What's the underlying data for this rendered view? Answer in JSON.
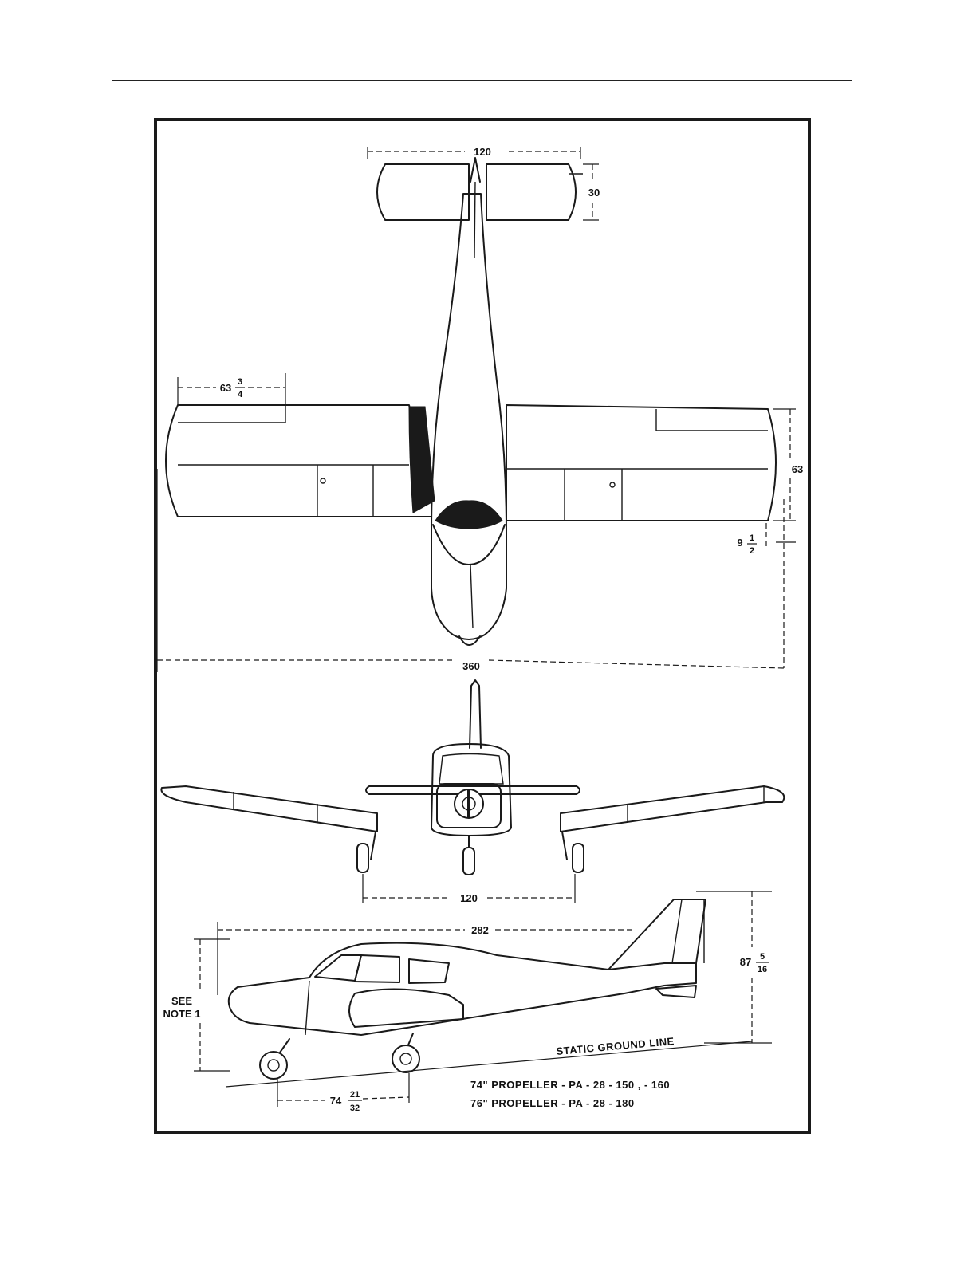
{
  "drawing": {
    "top_view": {
      "stabilator_span": "120",
      "stabilator_chord": "30",
      "flap_length_whole": "63",
      "flap_length_num": "3",
      "flap_length_den": "4",
      "wing_chord": "63",
      "dihedral_offset_whole": "9",
      "dihedral_offset_num": "1",
      "dihedral_offset_den": "2",
      "wing_span": "360"
    },
    "front_view": {
      "main_gear_tread": "120"
    },
    "side_view": {
      "overall_length": "282",
      "height_whole": "87",
      "height_num": "5",
      "height_den": "16",
      "see_note_line1": "SEE",
      "see_note_line2": "NOTE 1",
      "static_ground_line": "STATIC GROUND LINE",
      "wheelbase_whole": "74",
      "wheelbase_num": "21",
      "wheelbase_den": "32",
      "propeller_note_1": "74\" PROPELLER - PA - 28 - 150 , - 160",
      "propeller_note_2": "76\" PROPELLER - PA - 28 - 180"
    }
  }
}
